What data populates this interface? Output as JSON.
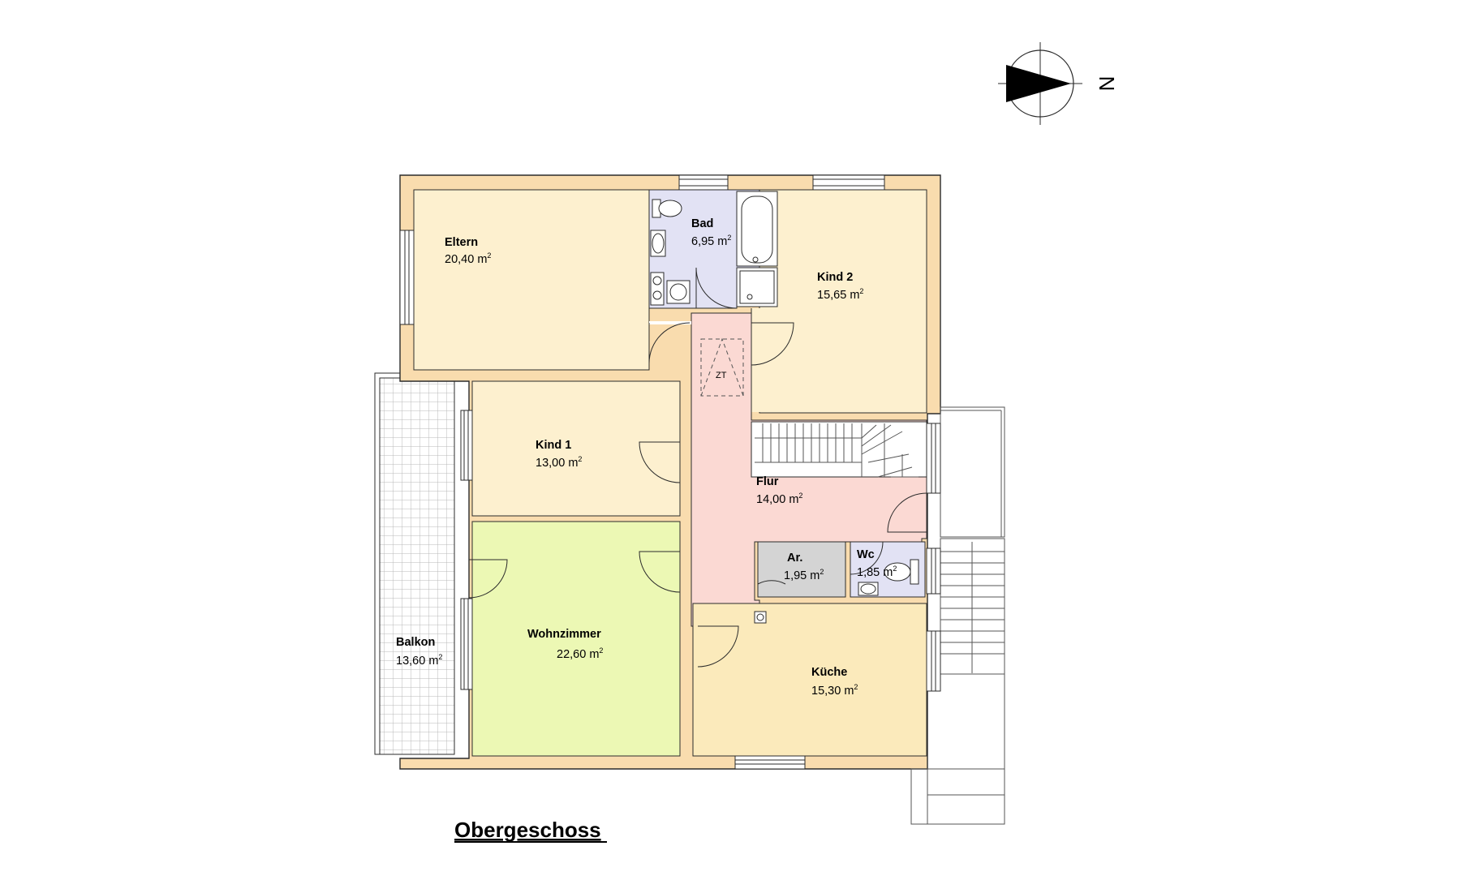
{
  "title": "Obergeschoss",
  "compass": {
    "label": "N"
  },
  "stair_symbol": "ZT",
  "area_unit_sup": "2",
  "colors": {
    "wall": "#f9dcae",
    "wall_line": "#2b2b2b",
    "bedroom": "#fdf0cf",
    "bath": "#e2e2f4",
    "hall": "#fbd9d3",
    "living": "#ecf8b4",
    "kitchen": "#fbeabb",
    "storage": "#d4d4d4",
    "balcony_grid": "#b9b9b9"
  },
  "rooms": {
    "eltern": {
      "name": "Eltern",
      "area": "20,40 m"
    },
    "bad": {
      "name": "Bad",
      "area": "6,95 m"
    },
    "kind2": {
      "name": "Kind 2",
      "area": "15,65 m"
    },
    "kind1": {
      "name": "Kind 1",
      "area": "13,00 m"
    },
    "flur": {
      "name": "Flur",
      "area": "14,00 m"
    },
    "ar": {
      "name": "Ar.",
      "area": "1,95 m"
    },
    "wc": {
      "name": "Wc",
      "area": "1,85 m"
    },
    "wohnzimmer": {
      "name": "Wohnzimmer",
      "area": "22,60 m"
    },
    "kueche": {
      "name": "Küche",
      "area": "15,30 m"
    },
    "balkon": {
      "name": "Balkon",
      "area": "13,60 m"
    }
  }
}
